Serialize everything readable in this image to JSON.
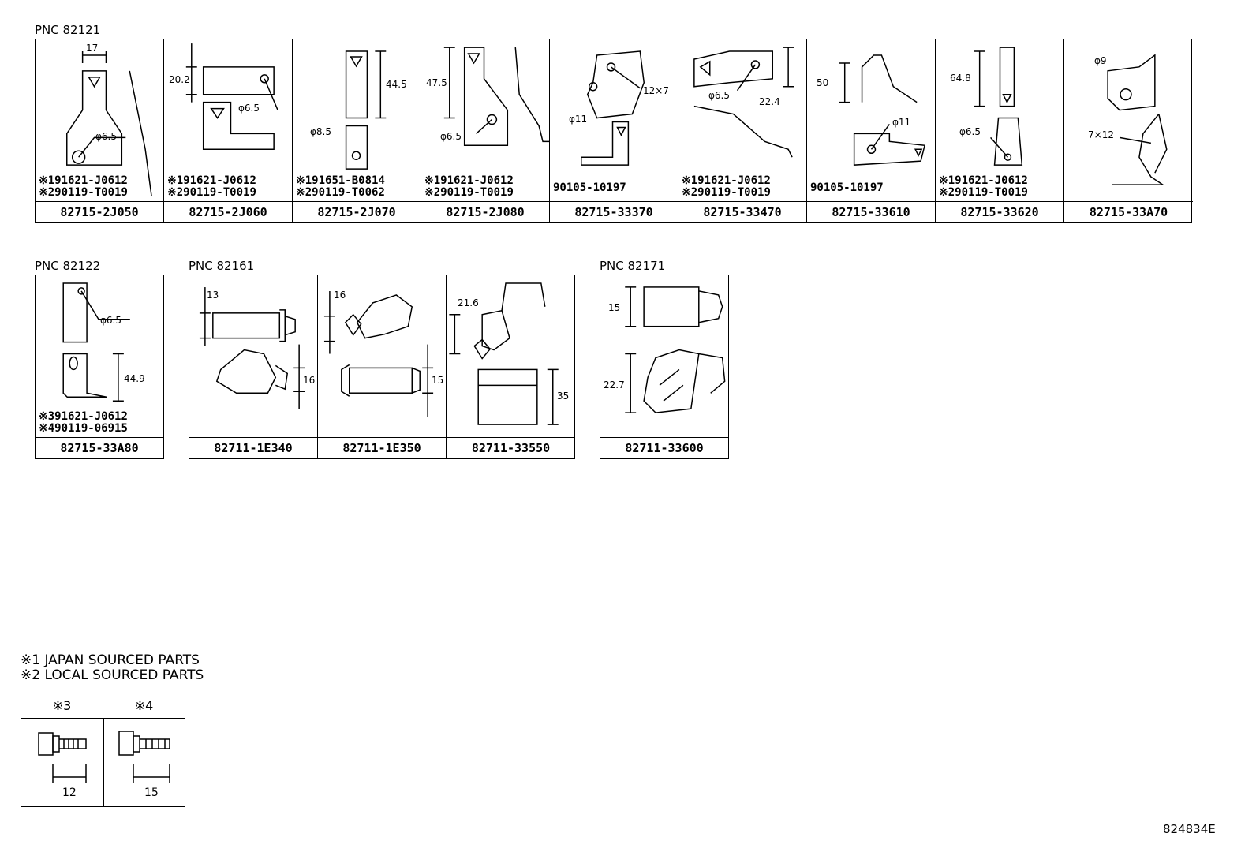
{
  "sections": [
    {
      "label": "PNC 82121",
      "cells": [
        {
          "pn": "82715-2J050",
          "dims": [
            "17",
            "φ6.5"
          ],
          "bolts": [
            "※191621-J0612",
            "※290119-T0019"
          ]
        },
        {
          "pn": "82715-2J060",
          "dims": [
            "20.2",
            "φ6.5"
          ],
          "bolts": [
            "※191621-J0612",
            "※290119-T0019"
          ]
        },
        {
          "pn": "82715-2J070",
          "dims": [
            "44.5",
            "φ8.5"
          ],
          "bolts": [
            "※191651-B0814",
            "※290119-T0062"
          ]
        },
        {
          "pn": "82715-2J080",
          "dims": [
            "47.5",
            "φ6.5"
          ],
          "bolts": [
            "※191621-J0612",
            "※290119-T0019"
          ]
        },
        {
          "pn": "82715-33370",
          "dims": [
            "12×7",
            "φ11"
          ],
          "bolts": [
            "90105-10197"
          ]
        },
        {
          "pn": "82715-33470",
          "dims": [
            "φ6.5",
            "22.4"
          ],
          "bolts": [
            "※191621-J0612",
            "※290119-T0019"
          ]
        },
        {
          "pn": "82715-33610",
          "dims": [
            "50",
            "φ11"
          ],
          "bolts": [
            "90105-10197"
          ]
        },
        {
          "pn": "82715-33620",
          "dims": [
            "64.8",
            "φ6.5"
          ],
          "bolts": [
            "※191621-J0612",
            "※290119-T0019"
          ]
        },
        {
          "pn": "82715-33A70",
          "dims": [
            "φ9",
            "7×12"
          ],
          "bolts": []
        }
      ]
    },
    {
      "label": "PNC 82122",
      "cells": [
        {
          "pn": "82715-33A80",
          "dims": [
            "φ6.5",
            "44.9"
          ],
          "bolts": [
            "※391621-J0612",
            "※490119-06915"
          ]
        }
      ]
    },
    {
      "label": "PNC 82161",
      "cells": [
        {
          "pn": "82711-1E340",
          "dims": [
            "13",
            "16"
          ],
          "bolts": []
        },
        {
          "pn": "82711-1E350",
          "dims": [
            "16",
            "15"
          ],
          "bolts": []
        },
        {
          "pn": "82711-33550",
          "dims": [
            "21.6",
            "35"
          ],
          "bolts": []
        }
      ]
    },
    {
      "label": "PNC 82171",
      "cells": [
        {
          "pn": "82711-33600",
          "dims": [
            "15",
            "22.7"
          ],
          "bolts": []
        }
      ]
    }
  ],
  "notes": [
    "※1 JAPAN SOURCED PARTS",
    "※2 LOCAL SOURCED PARTS"
  ],
  "legend": {
    "headers": [
      "※3",
      "※4"
    ],
    "dims": [
      "12",
      "15"
    ]
  },
  "diagram_code": "824834E"
}
